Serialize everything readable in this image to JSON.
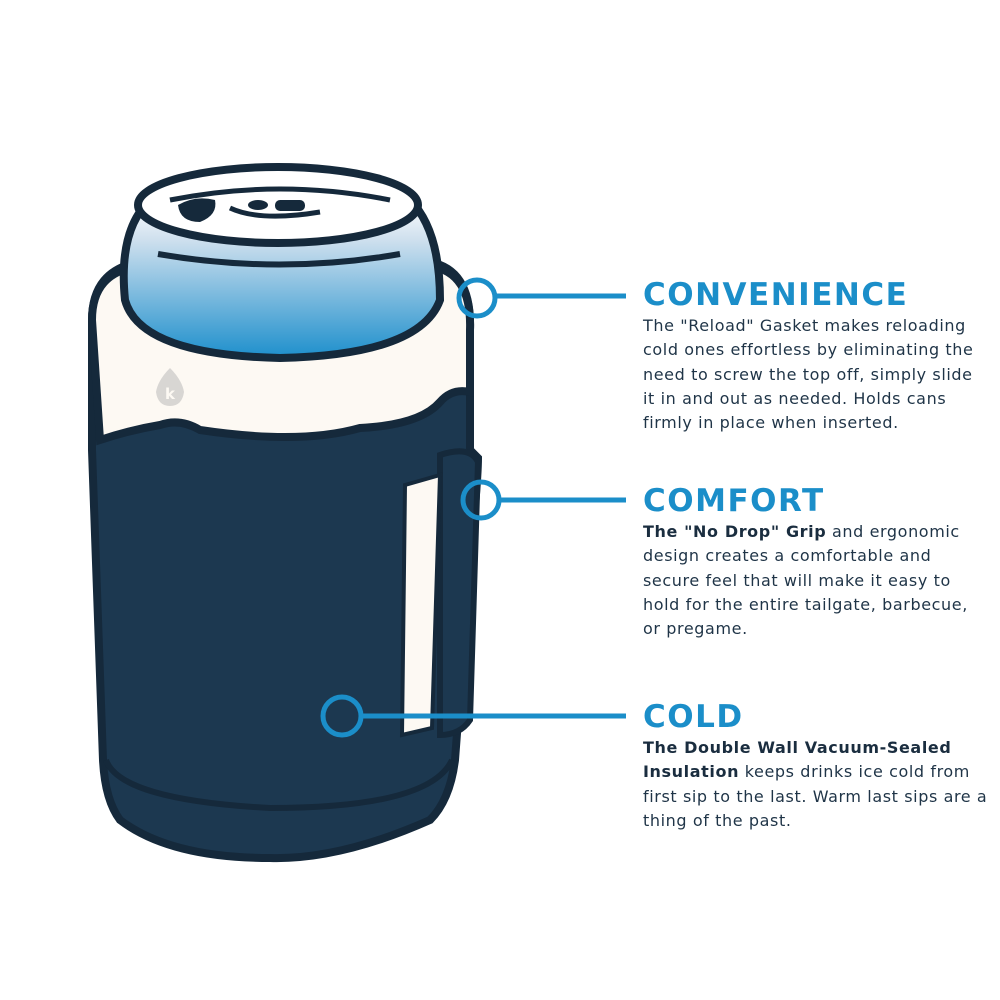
{
  "colors": {
    "accent": "#1b8ec9",
    "navy": "#1c3850",
    "outline": "#15293b",
    "cream": "#fdf9f3",
    "text": "#1f3447"
  },
  "product": {
    "logo_letter": "k",
    "logo_icon": "droplet-logo-icon"
  },
  "features": [
    {
      "title": "CONVENIENCE",
      "bold": "",
      "text": "The \"Reload\" Gasket makes reloading cold ones effortless by eliminating the need to screw the top off, simply slide it in and out as needed. Holds cans firmly in place when inserted."
    },
    {
      "title": "COMFORT",
      "bold": "The \"No Drop\" Grip",
      "text": " and ergonomic design creates a comfortable and secure feel that will make it easy to hold for the entire tailgate, barbecue, or pregame."
    },
    {
      "title": "COLD",
      "bold": "The Double Wall Vacuum-Sealed Insulation",
      "text": " keeps drinks ice cold from first sip to the last. Warm last sips are a thing of the past."
    }
  ]
}
